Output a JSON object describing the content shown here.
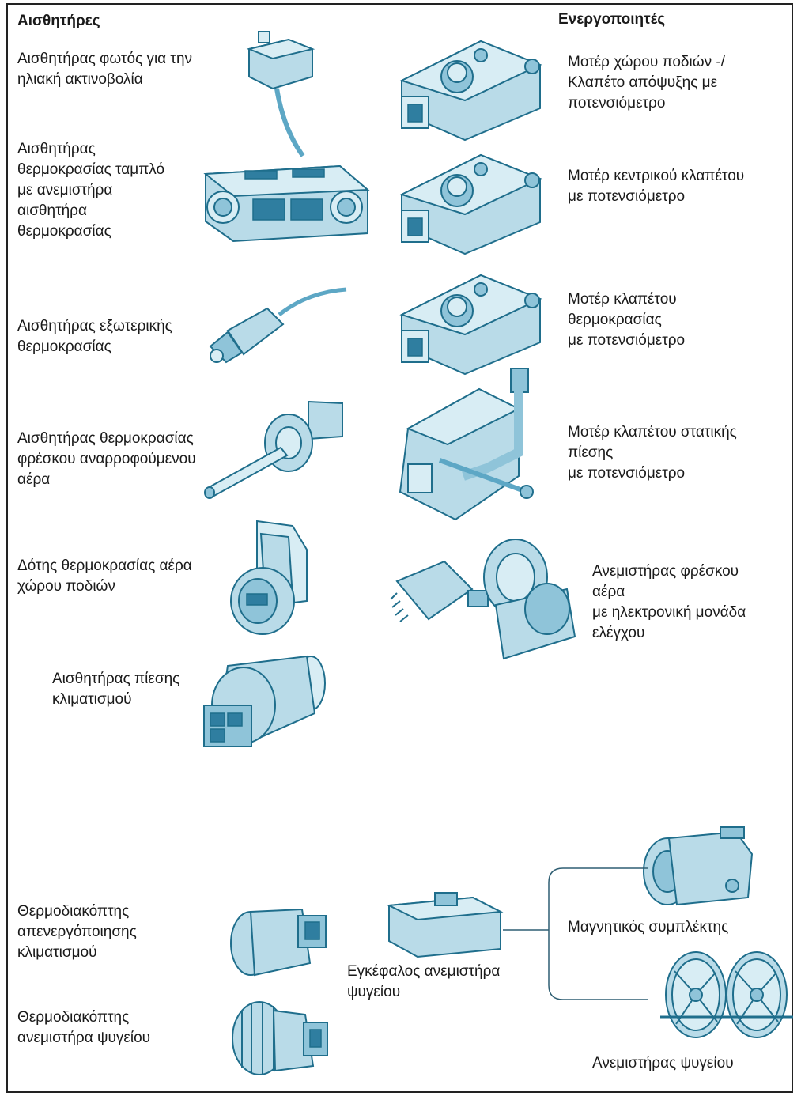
{
  "headings": {
    "sensors": "Αισθητήρες",
    "actuators": "Ενεργοποιητές"
  },
  "sensors": [
    {
      "id": "sun",
      "label": "Αισθητήρας φωτός για την\nηλιακή ακτινοβολία",
      "icon": "sunlight-sensor-icon"
    },
    {
      "id": "dash",
      "label": "Αισθητήρας\nθερμοκρασίας ταμπλό\nμε ανεμιστήρα\nαισθητήρα\nθερμοκρασίας",
      "icon": "dashboard-temperature-sensor-icon"
    },
    {
      "id": "outside",
      "label": "Αισθητήρας εξωτερικής\nθερμοκρασίας",
      "icon": "outside-temperature-sensor-icon"
    },
    {
      "id": "fresh",
      "label": "Αισθητήρας θερμοκρασίας\nφρέσκου αναρροφούμενου\nαέρα",
      "icon": "intake-air-temperature-sensor-icon"
    },
    {
      "id": "foot",
      "label": "Δότης θερμοκρασίας αέρα\nχώρου ποδιών",
      "icon": "footwell-air-temperature-sender-icon"
    },
    {
      "id": "pressure",
      "label": "Αισθητήρας πίεσης\nκλιματισμού",
      "icon": "ac-pressure-sensor-icon"
    }
  ],
  "actuators": [
    {
      "id": "footwell",
      "label": "Μοτέρ χώρου ποδιών -/\nΚλαπέτο απόψυξης με\nποτενσιόμετρο",
      "icon": "footwell-flap-motor-icon"
    },
    {
      "id": "central",
      "label": "Μοτέρ κεντρικού κλαπέτου\nμε ποτενσιόμετρο",
      "icon": "central-flap-motor-icon"
    },
    {
      "id": "temp",
      "label": "Μοτέρ κλαπέτου\nθερμοκρασίας\nμε ποτενσιόμετρο",
      "icon": "temperature-flap-motor-icon"
    },
    {
      "id": "static",
      "label": "Μοτέρ κλαπέτου στατικής\nπίεσης\nμε ποτενσιόμετρο",
      "icon": "static-pressure-flap-motor-icon"
    },
    {
      "id": "blower",
      "label": "Ανεμιστήρας φρέσκου\nαέρα\nμε ηλεκτρονική μονάδα\nελέγχου",
      "icon": "fresh-air-blower-icon"
    }
  ],
  "bottom": {
    "switch_ac": {
      "label": "Θερμοδιακόπτης\nαπενεργόποιησης\nκλιματισμού",
      "icon": "ac-cutoff-thermoswitch-icon"
    },
    "switch_fan": {
      "label": "Θερμοδιακόπτης\nανεμιστήρα ψυγείου",
      "icon": "radiator-fan-thermoswitch-icon"
    },
    "fan_ecu": {
      "label": "Εγκέφαλος ανεμιστήρα\nψυγείου",
      "icon": "radiator-fan-control-unit-icon"
    },
    "clutch": {
      "label": "Μαγνητικός συμπλέκτης",
      "icon": "magnetic-clutch-compressor-icon"
    },
    "rad_fan": {
      "label": "Ανεμιστήρας ψυγείου",
      "icon": "radiator-fans-icon"
    }
  },
  "colors": {
    "illustration_fill": "#b9dbe8",
    "illustration_stroke": "#1f6e8c",
    "border": "#222222"
  }
}
